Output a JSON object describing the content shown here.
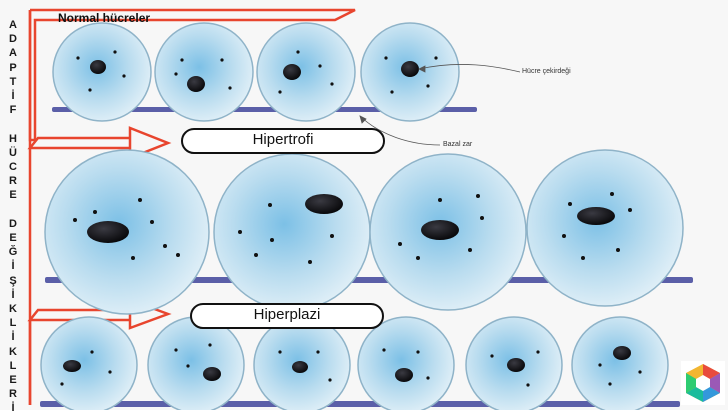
{
  "title_vertical": "ADAPTİF HÜCRE DEĞİŞİKLİKLERİ",
  "labels": {
    "normal": "Normal hücreler",
    "hipertrofi": "Hipertrofi",
    "hiperplazi": "Hiperplazi",
    "cekirdek": "Hücre çekirdeği",
    "bazal": "Bazal zar"
  },
  "colors": {
    "arrow": "#e8452e",
    "membrane": "#5b5fa8",
    "cell_edge": "#8fb3c8",
    "cell_fill": "#cfe6f3",
    "nucleus": "#0e0e12"
  },
  "logo": {
    "icon": "colorful-hexagon-logo"
  }
}
